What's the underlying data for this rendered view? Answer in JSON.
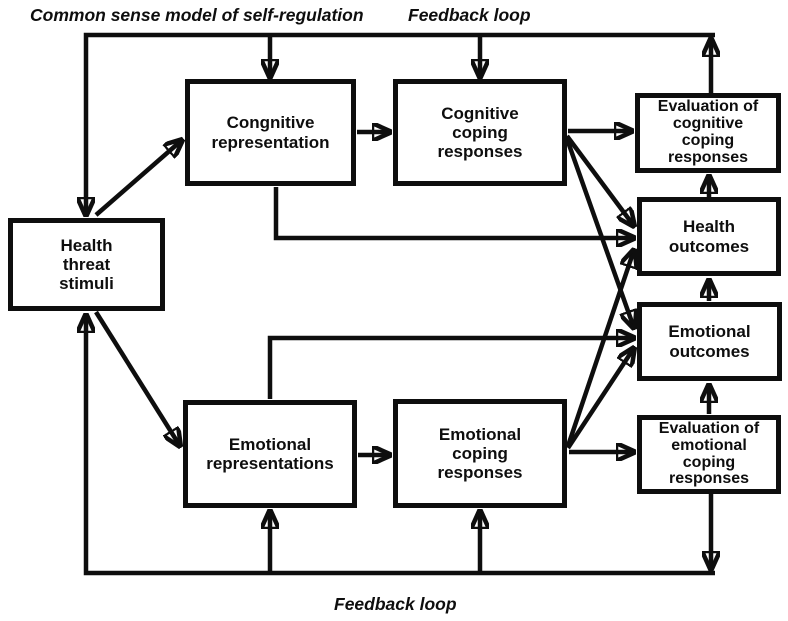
{
  "labels": {
    "title": "Common sense model of self-regulation",
    "feedback_loop_top": "Feedback loop",
    "feedback_loop_bottom": "Feedback loop"
  },
  "nodes": {
    "health_threat_stimuli": "Health\nthreat\nstimuli",
    "cognitive_representation": "Congnitive\nrepresentation",
    "cognitive_coping_responses": "Cognitive\ncoping\nresponses",
    "evaluation_cognitive_coping": "Evaluation of\ncognitive\ncoping\nresponses",
    "health_outcomes": "Health\noutcomes",
    "emotional_outcomes": "Emotional\noutcomes",
    "evaluation_emotional_coping": "Evaluation of\nemotional\ncoping\nresponses",
    "emotional_representations": "Emotional\nrepresentations",
    "emotional_coping_responses": "Emotional\ncoping\nresponses"
  },
  "colors": {
    "ink": "#0e0e0e",
    "background": "#ffffff"
  },
  "edges": [
    {
      "from": "health-threat-stimuli",
      "to": "cognitive-representation"
    },
    {
      "from": "health-threat-stimuli",
      "to": "emotional-representations"
    },
    {
      "from": "cognitive-representation",
      "to": "cognitive-coping-responses"
    },
    {
      "from": "cognitive-representation",
      "to": "health-outcomes"
    },
    {
      "from": "cognitive-coping-responses",
      "to": "evaluation-of-cognitive-coping-responses"
    },
    {
      "from": "cognitive-coping-responses",
      "to": "health-outcomes"
    },
    {
      "from": "cognitive-coping-responses",
      "to": "emotional-outcomes"
    },
    {
      "from": "emotional-representations",
      "to": "emotional-coping-responses"
    },
    {
      "from": "emotional-representations",
      "to": "emotional-outcomes"
    },
    {
      "from": "emotional-coping-responses",
      "to": "evaluation-of-emotional-coping-responses"
    },
    {
      "from": "emotional-coping-responses",
      "to": "emotional-outcomes"
    },
    {
      "from": "emotional-coping-responses",
      "to": "health-outcomes"
    },
    {
      "from": "health-outcomes",
      "to": "evaluation-of-cognitive-coping-responses"
    },
    {
      "from": "emotional-outcomes",
      "to": "health-outcomes"
    },
    {
      "from": "evaluation-of-emotional-coping-responses",
      "to": "emotional-outcomes"
    },
    {
      "from": "evaluation-of-cognitive-coping-responses",
      "to": "feedback-loop-top-line"
    },
    {
      "from": "feedback-loop-top-line",
      "to": "cognitive-representation"
    },
    {
      "from": "feedback-loop-top-line",
      "to": "cognitive-coping-responses"
    },
    {
      "from": "feedback-loop-top-line",
      "to": "health-threat-stimuli"
    },
    {
      "from": "evaluation-of-emotional-coping-responses",
      "to": "feedback-loop-bottom-line"
    },
    {
      "from": "feedback-loop-bottom-line",
      "to": "emotional-representations"
    },
    {
      "from": "feedback-loop-bottom-line",
      "to": "emotional-coping-responses"
    },
    {
      "from": "feedback-loop-bottom-line",
      "to": "health-threat-stimuli"
    }
  ]
}
